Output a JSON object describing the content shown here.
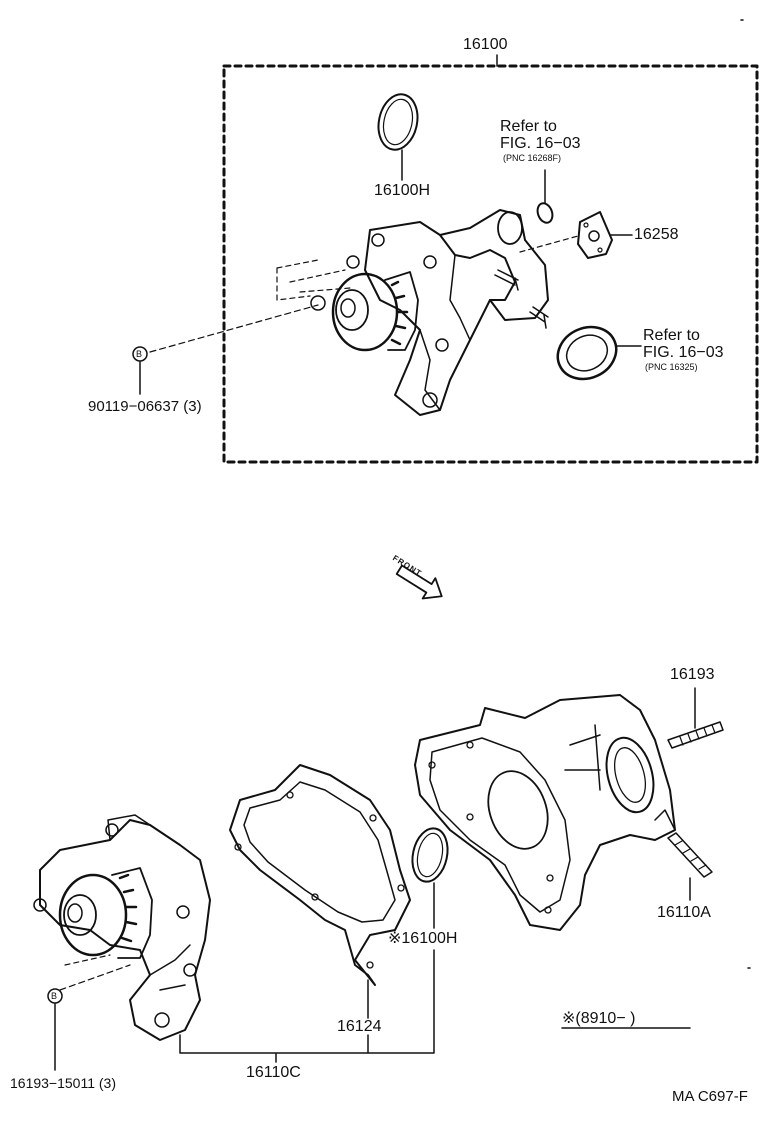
{
  "diagram": {
    "labels": {
      "assy": "16100",
      "oring_top": "16100H",
      "refer1_line1": "Refer to",
      "refer1_line2": "FIG. 16−03",
      "refer1_pnc": "(PNC 16268F)",
      "part_16258": "16258",
      "refer2_line1": "Refer to",
      "refer2_line2": "FIG. 16−03",
      "refer2_pnc": "(PNC 16325)",
      "bolt_top": "90119−06637 (3)",
      "front": "FRONT",
      "stud_top": "16193",
      "stud_bottom": "16110A",
      "oring_bottom": "※16100H",
      "gasket": "16124",
      "pump_assy": "16110C",
      "bolt_bottom": "16193−15011 (3)",
      "note": "※(8910−        )",
      "figure_code": "MA C697-F"
    },
    "bolt_marker": "B",
    "icons": [
      "oring-icon",
      "water-pump-icon",
      "gasket-icon",
      "housing-icon",
      "stud-icon",
      "bolt-marker-icon",
      "front-arrow-icon"
    ]
  }
}
